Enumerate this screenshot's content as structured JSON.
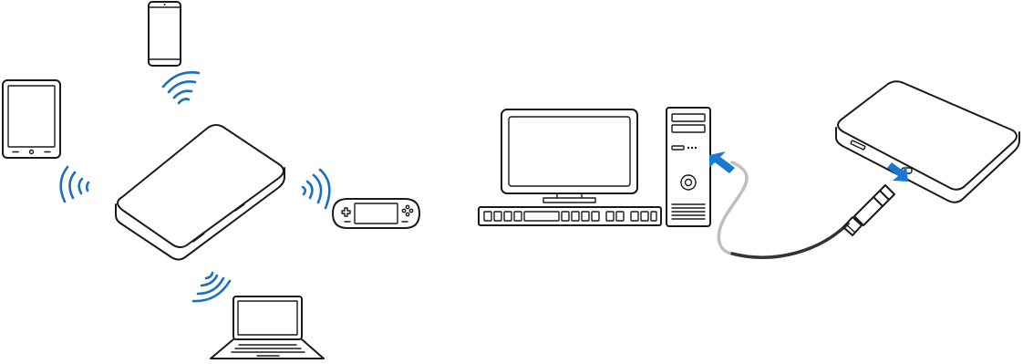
{
  "diagram": {
    "left_panel": {
      "hub": "mobile-hotspot",
      "clients": [
        "smartphone",
        "tablet",
        "handheld-game-console",
        "laptop"
      ],
      "link": "wifi"
    },
    "right_panel": {
      "host": "desktop-computer",
      "device": "mobile-hotspot",
      "link": "usb-cable"
    },
    "colors": {
      "line": "#1a1a1a",
      "wifi": "#1a6fc4",
      "arrow": "#1a78d0",
      "cable_light": "#bfbfbf",
      "cable_dark": "#333333",
      "background": "#ffffff"
    },
    "icons": [
      "smartphone-icon",
      "tablet-icon",
      "hotspot-router-icon",
      "game-console-icon",
      "laptop-icon",
      "wifi-signal-icon",
      "monitor-icon",
      "keyboard-icon",
      "computer-tower-icon",
      "usb-cable-icon",
      "arrow-icon"
    ]
  }
}
